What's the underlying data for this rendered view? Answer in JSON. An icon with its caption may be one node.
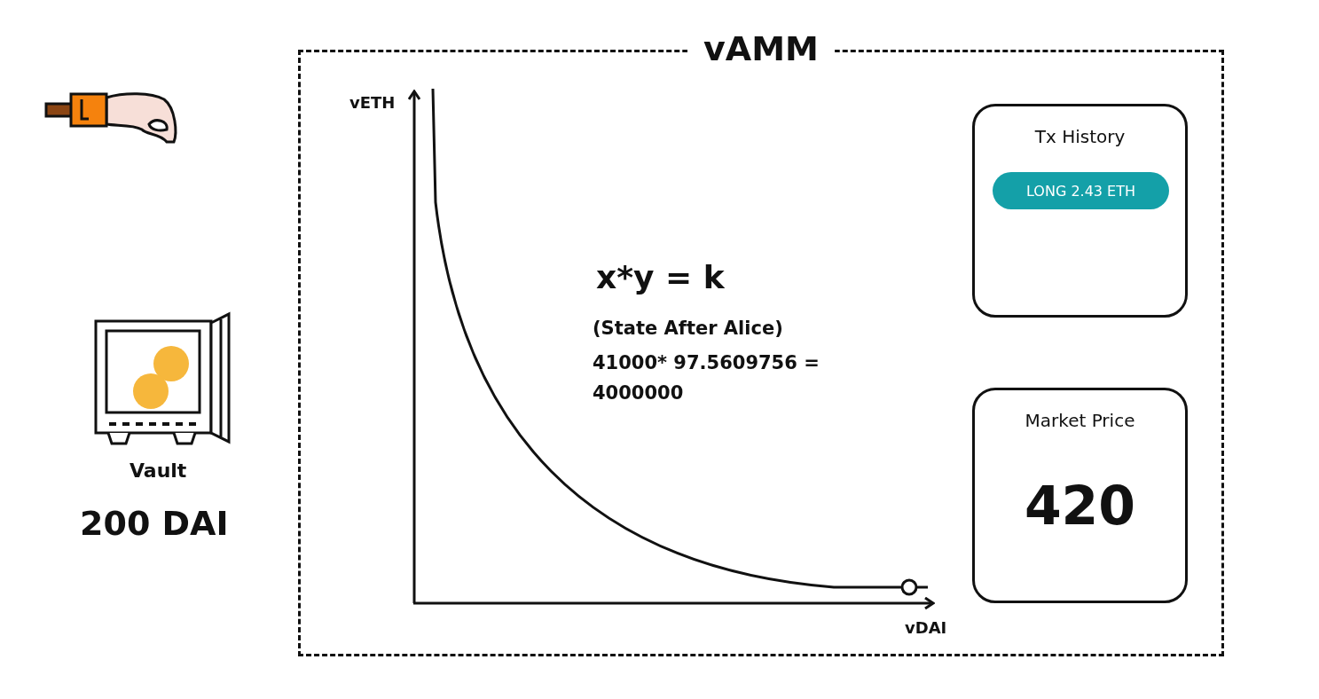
{
  "diagram": {
    "nodes": [
      {
        "text": [
          "vAMM"
        ]
      },
      {
        "text": [
          "Tx History"
        ],
        "in": 0
      },
      {
        "text": [
          "LONG 2.43 ETH"
        ],
        "in": 1
      },
      {
        "text": [
          "Market Price",
          "420"
        ],
        "in": 0
      }
    ],
    "labels": [
      "vETH",
      "x*y = k",
      "(State After Alice)",
      "41000* 97.5609756 = 4000000",
      "vDAI",
      "Vault",
      "200 DAI"
    ]
  }
}
